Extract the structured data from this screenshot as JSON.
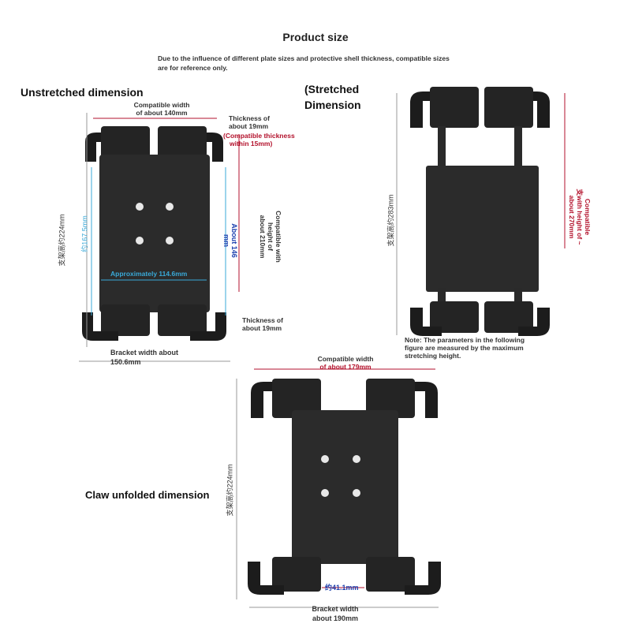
{
  "header": {
    "title": "Product size",
    "note_line1": "Due to the influence of different plate sizes and protective shell thickness, compatible sizes",
    "note_line2": "are for reference only."
  },
  "unstretched": {
    "heading": "Unstretched dimension",
    "compat_width_l1": "Compatible width",
    "compat_width_l2": "of about 140mm",
    "thick_top_l1": "Thickness of",
    "thick_top_l2": "about 19mm",
    "compat_thick_l1": "(Compatible thickness",
    "compat_thick_l2": "within 15mm)",
    "height_total": "支架高约224mm",
    "height_inner": "约167.5mm",
    "compat_height_l1": "Compatible with",
    "compat_height_l2": "height of",
    "compat_height_l3": "about 210mm",
    "about146_l1": "About 146",
    "about146_l2": "mm",
    "approx_width": "Approximately 114.6mm",
    "thick_bottom_l1": "Thickness of",
    "thick_bottom_l2": "about 19mm",
    "bracket_l1": "Bracket width about",
    "bracket_l2": "150.6mm"
  },
  "stretched": {
    "heading_l1": "(Stretched",
    "heading_l2": "Dimension",
    "height_total": "支架高约283mm",
    "compat_l1": "Compatible",
    "compat_l2": "支with height of ~",
    "compat_l3": "about 270mm",
    "note_l1": "Note: The parameters in the following",
    "note_l2": "figure are measured by the maximum",
    "note_l3": "stretching height."
  },
  "unfolded": {
    "heading": "Claw unfolded dimension",
    "compat_width_l1": "Compatible width",
    "compat_width_l2": "of about 179mm",
    "height_total": "支架高约224mm",
    "inner": "约41.1mm",
    "bracket_l1": "Bracket width",
    "bracket_l2": "about 190mm"
  }
}
